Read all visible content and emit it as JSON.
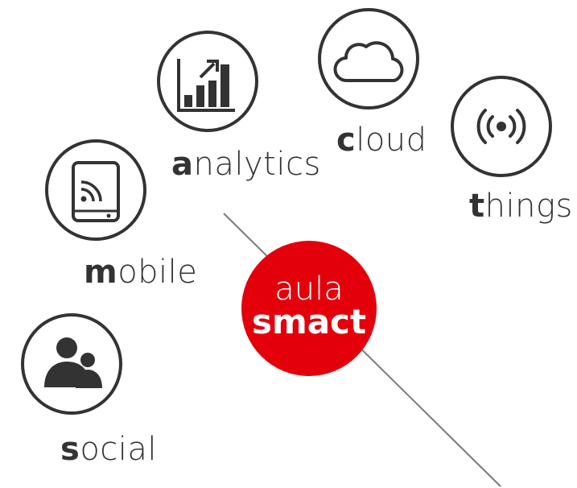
{
  "hub": {
    "line1": "aula",
    "line2": "smact",
    "color": "#e3000b"
  },
  "ring_color": "#333333",
  "nodes": [
    {
      "id": "analytics",
      "icon": "analytics-chart-icon",
      "initial": "a",
      "rest": "nalytics"
    },
    {
      "id": "cloud",
      "icon": "cloud-icon",
      "initial": "c",
      "rest": "loud"
    },
    {
      "id": "things",
      "icon": "broadcast-icon",
      "initial": "t",
      "rest": "hings"
    },
    {
      "id": "mobile",
      "icon": "tablet-icon",
      "initial": "m",
      "rest": "obile"
    },
    {
      "id": "social",
      "icon": "people-icon",
      "initial": "s",
      "rest": "ocial"
    }
  ]
}
